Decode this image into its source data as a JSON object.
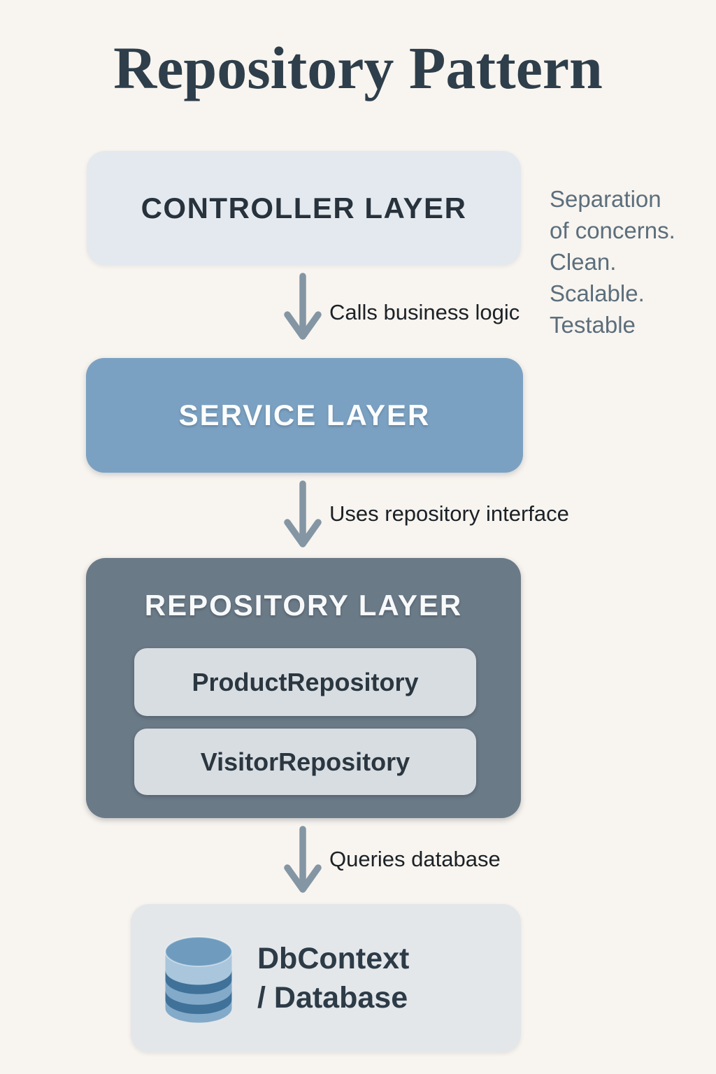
{
  "title": "Repository Pattern",
  "note": {
    "lines": [
      "Separation",
      "of concerns.",
      "Clean.",
      "Scalable.",
      "Testable"
    ]
  },
  "nodes": {
    "controller": {
      "label": "CONTROLLER LAYER"
    },
    "service": {
      "label": "SERVICE LAYER"
    },
    "repository": {
      "label": "REPOSITORY LAYER",
      "children": [
        "ProductRepository",
        "VisitorRepository"
      ]
    },
    "database": {
      "line1": "DbContext",
      "line2": "/ Database",
      "icon": "database-cylinder-icon"
    }
  },
  "edges": {
    "controller_service": "Calls business logic",
    "service_repository": "Uses repository interface",
    "repository_database": "Queries database"
  },
  "colors": {
    "background": "#f8f4ef",
    "title": "#2e3e4b",
    "controller_bg": "#e3e9ef",
    "controller_text": "#27323c",
    "service_bg": "#7ba1c2",
    "service_text": "#fbfdfe",
    "repository_bg": "#6b7a87",
    "repository_text": "#f7f9fa",
    "inner_bg": "#d8dde2",
    "inner_text": "#2b3740",
    "database_bg": "#e3e7ea",
    "database_text": "#2d3b47",
    "arrow": "#8496a4",
    "edge_label": "#1b2126",
    "note_text": "#5b6e7c",
    "db_icon_body": "#83aac9",
    "db_icon_light": "#a9c6dc",
    "db_icon_dark": "#3f7199",
    "db_icon_top": "#6f9cbe"
  }
}
